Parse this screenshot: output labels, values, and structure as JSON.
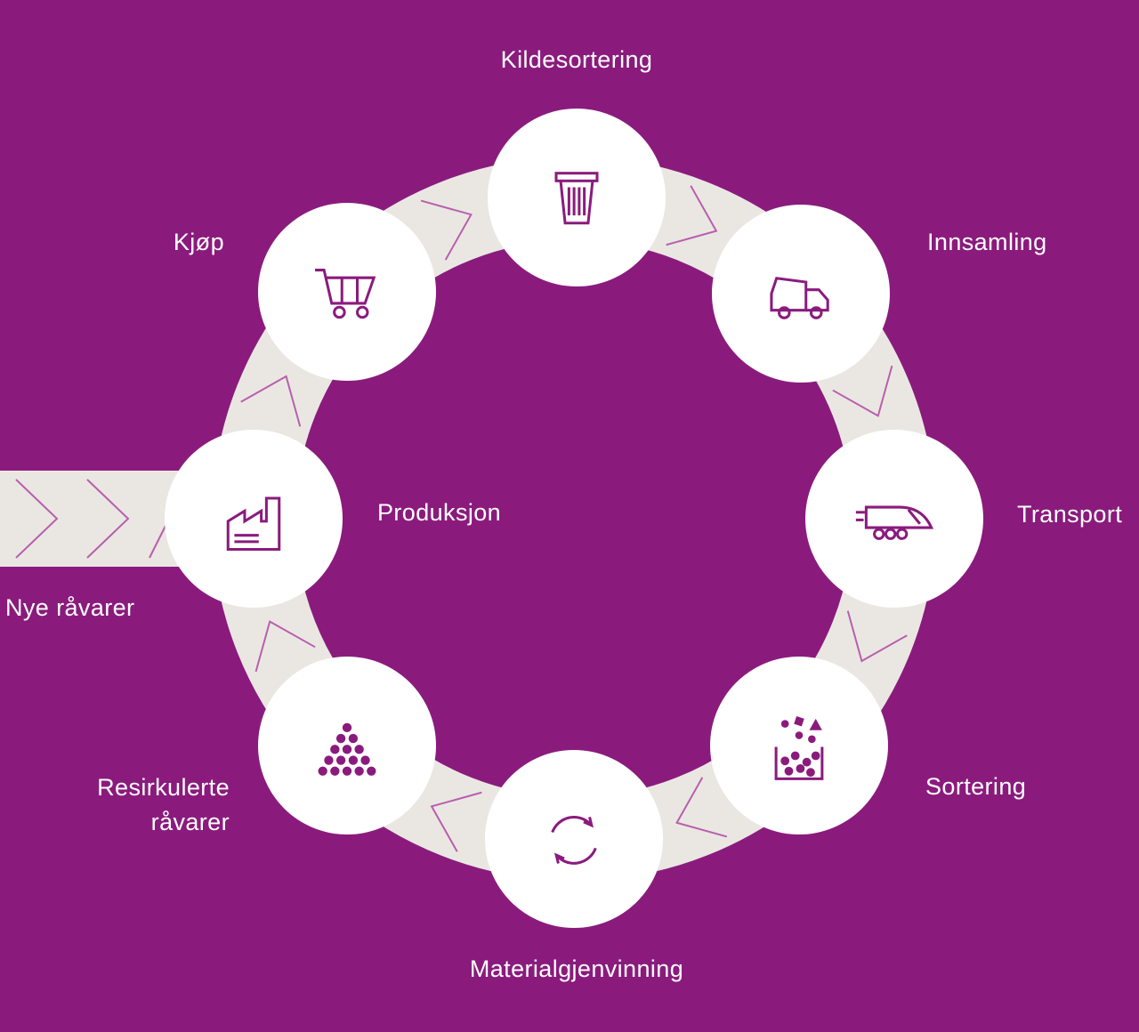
{
  "colors": {
    "background": "#8A1B7D",
    "ring": "#EAE7E2",
    "chevron": "#B85FAE",
    "icon": "#8A1B7D",
    "label": "#FFFFFF"
  },
  "nodes": {
    "kildesortering": {
      "label": "Kildesortering",
      "icon": "waste-bin-icon"
    },
    "innsamling": {
      "label": "Innsamling",
      "icon": "garbage-truck-icon"
    },
    "transport": {
      "label": "Transport",
      "icon": "train-icon"
    },
    "sortering": {
      "label": "Sortering",
      "icon": "sorting-bin-icon"
    },
    "materialgjenvinning": {
      "label": "Materialgjenvinning",
      "icon": "recycling-arrows-icon"
    },
    "resirkulerte_ravarer": {
      "label": "Resirkulerte råvarer",
      "label_lines": [
        "Resirkulerte",
        "råvarer"
      ],
      "icon": "raw-pellets-icon"
    },
    "produksjon": {
      "label": "Produksjon",
      "icon": "factory-icon"
    },
    "kjop": {
      "label": "Kjøp",
      "icon": "shopping-cart-icon"
    }
  },
  "input_flow": {
    "label": "Nye råvarer"
  }
}
